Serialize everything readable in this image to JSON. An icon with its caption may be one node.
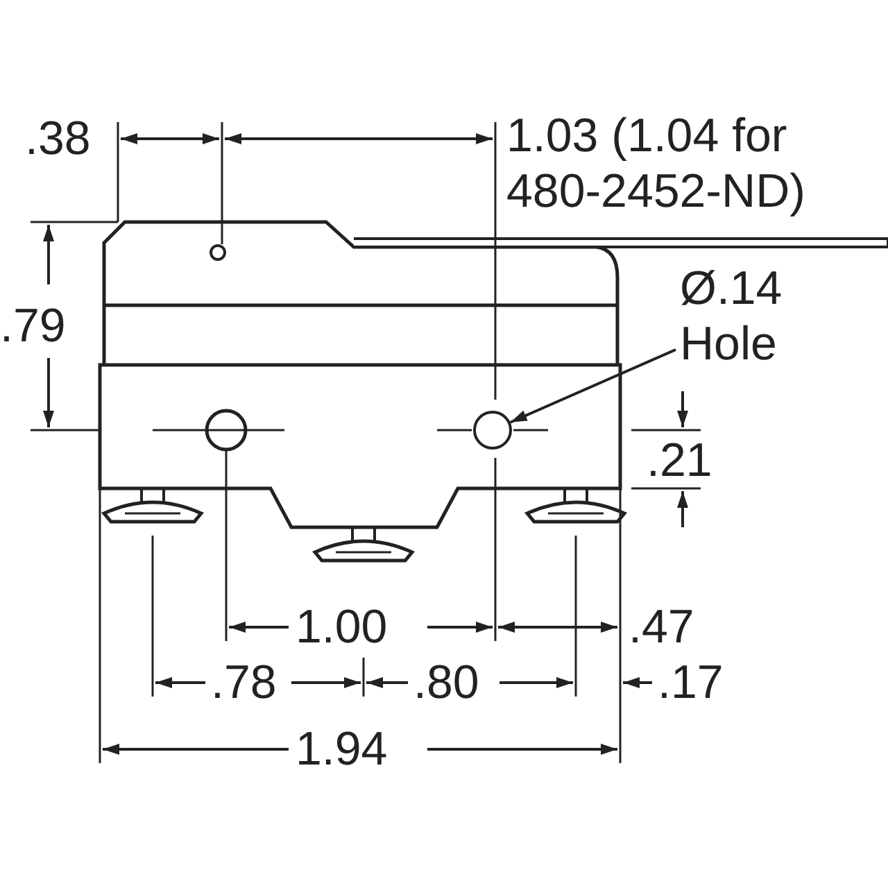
{
  "diagram": {
    "nodes": [
      {
        "text": [
          "Ø.14 Hole"
        ]
      },
      {
        "text": [],
        "shape": "circle"
      }
    ],
    "edges": [
      {
        "from": 0,
        "to": 1,
        "arrow": "to"
      }
    ],
    "labels": [
      ".38",
      "1.03 (1.04 for 480-2452-ND)",
      ".79",
      ".21",
      "1.00",
      ".47",
      ".78",
      ".80",
      ".17",
      "1.94"
    ]
  }
}
